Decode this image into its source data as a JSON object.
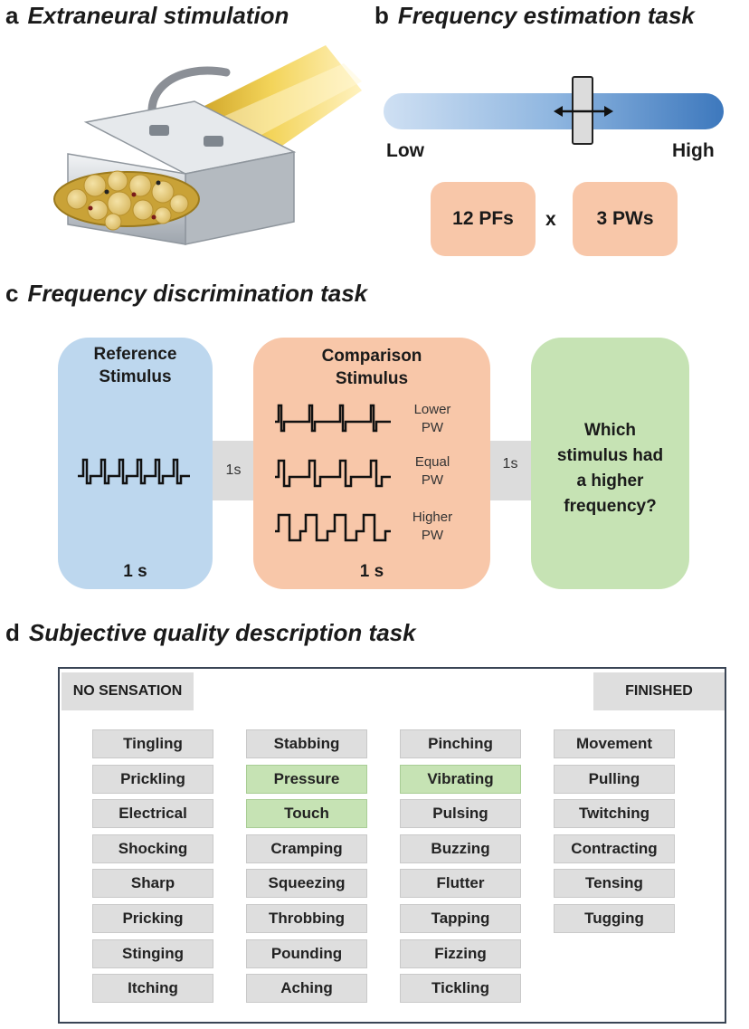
{
  "panels": {
    "a": {
      "letter": "a",
      "title": "Extraneural stimulation"
    },
    "b": {
      "letter": "b",
      "title": "Frequency estimation task"
    },
    "c": {
      "letter": "c",
      "title": "Frequency discrimination task"
    },
    "d": {
      "letter": "d",
      "title": "Subjective quality description task"
    }
  },
  "estimation": {
    "low_label": "Low",
    "high_label": "High",
    "pf_label": "12 PFs",
    "times": "x",
    "pw_label": "3 PWs"
  },
  "discrimination": {
    "reference_title": "Reference\nStimulus",
    "reference_duration": "1 s",
    "interval1": "1s",
    "comparison_title": "Comparison\nStimulus",
    "comparison_duration": "1 s",
    "lower_pw": "Lower\nPW",
    "equal_pw": "Equal\nPW",
    "higher_pw": "Higher\nPW",
    "interval2": "1s",
    "question": "Which\nstimulus had\na higher\nfrequency?"
  },
  "quality_ui": {
    "no_sensation": "NO SENSATION",
    "finished": "FINISHED",
    "columns": [
      [
        {
          "label": "Tingling",
          "selected": false
        },
        {
          "label": "Prickling",
          "selected": false
        },
        {
          "label": "Electrical",
          "selected": false
        },
        {
          "label": "Shocking",
          "selected": false
        },
        {
          "label": "Sharp",
          "selected": false
        },
        {
          "label": "Pricking",
          "selected": false
        },
        {
          "label": "Stinging",
          "selected": false
        },
        {
          "label": "Itching",
          "selected": false
        }
      ],
      [
        {
          "label": "Stabbing",
          "selected": false
        },
        {
          "label": "Pressure",
          "selected": true
        },
        {
          "label": "Touch",
          "selected": true
        },
        {
          "label": "Cramping",
          "selected": false
        },
        {
          "label": "Squeezing",
          "selected": false
        },
        {
          "label": "Throbbing",
          "selected": false
        },
        {
          "label": "Pounding",
          "selected": false
        },
        {
          "label": "Aching",
          "selected": false
        }
      ],
      [
        {
          "label": "Pinching",
          "selected": false
        },
        {
          "label": "Vibrating",
          "selected": true
        },
        {
          "label": "Pulsing",
          "selected": false
        },
        {
          "label": "Buzzing",
          "selected": false
        },
        {
          "label": "Flutter",
          "selected": false
        },
        {
          "label": "Tapping",
          "selected": false
        },
        {
          "label": "Fizzing",
          "selected": false
        },
        {
          "label": "Tickling",
          "selected": false
        }
      ],
      [
        {
          "label": "Movement",
          "selected": false
        },
        {
          "label": "Pulling",
          "selected": false
        },
        {
          "label": "Twitching",
          "selected": false
        },
        {
          "label": "Contracting",
          "selected": false
        },
        {
          "label": "Tensing",
          "selected": false
        },
        {
          "label": "Tugging",
          "selected": false
        }
      ]
    ]
  },
  "colors": {
    "reference_box": "#bdd7ee",
    "comparison_box": "#f8c7a9",
    "question_box": "#c6e3b4",
    "selected_chip": "#c6e3b4"
  }
}
